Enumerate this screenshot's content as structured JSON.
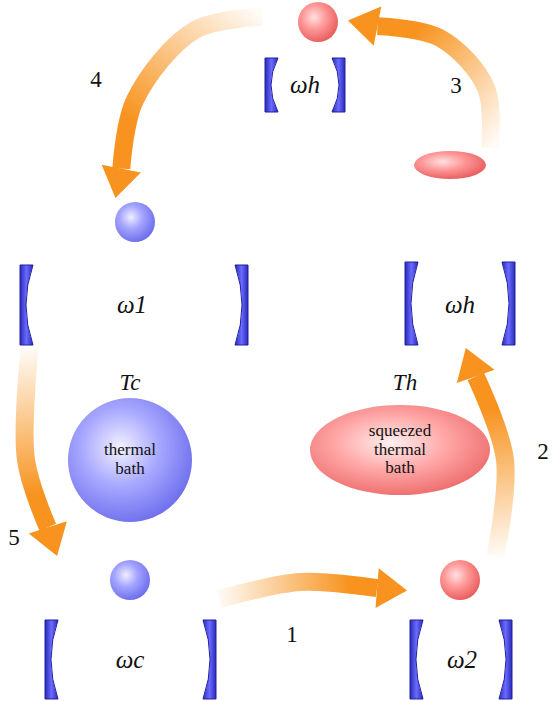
{
  "diagram": {
    "nodes": [
      {
        "text": [
          "ωh"
        ]
      },
      {
        "text": [
          "ω1"
        ]
      },
      {
        "text": [
          "ωh"
        ]
      },
      {
        "text": [
          "Tc",
          "thermal bath"
        ]
      },
      {
        "text": [
          "Th",
          "squeezed thermal bath"
        ]
      },
      {
        "text": [
          "ωc"
        ]
      },
      {
        "text": [
          "ω2"
        ]
      }
    ],
    "edges": [
      {
        "from": 5,
        "to": 6,
        "arrow": "to",
        "label": "1"
      },
      {
        "from": 6,
        "to": 2,
        "arrow": "to",
        "label": "2"
      },
      {
        "from": 2,
        "to": 0,
        "arrow": "to",
        "label": "3"
      },
      {
        "from": 0,
        "to": 1,
        "arrow": "to",
        "label": "4"
      },
      {
        "from": 1,
        "to": 5,
        "arrow": "to",
        "label": "5"
      }
    ]
  }
}
